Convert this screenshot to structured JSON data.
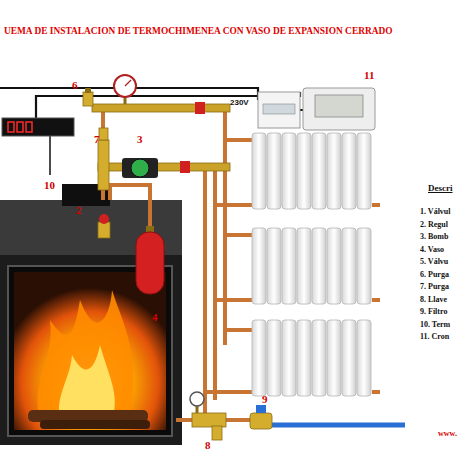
{
  "diagram": {
    "title": "UEMA DE INSTALACION DE TERMOCHIMENEA CON VASO DE EXPANSION CERRADO",
    "labels": [
      "6",
      "7",
      "3",
      "230V",
      "11",
      "10",
      "2",
      "4",
      "8",
      "9",
      "Descri",
      "1. Válvul",
      "2. Regul",
      "3. Bomb",
      "4. Vaso",
      "5. Válvu",
      "6. Purga",
      "7. Purga",
      "8. Llave",
      "9. Filtro",
      "10. Term",
      "11. Cron",
      "www."
    ]
  }
}
